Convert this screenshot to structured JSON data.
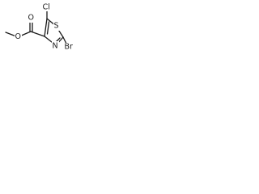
{
  "molecule": {
    "atoms": {
      "chlorine": "Cl",
      "sulfur": "S",
      "nitrogen": "N",
      "bromine": "Br",
      "carbonyl_oxygen": "O",
      "ester_oxygen": "O"
    }
  }
}
